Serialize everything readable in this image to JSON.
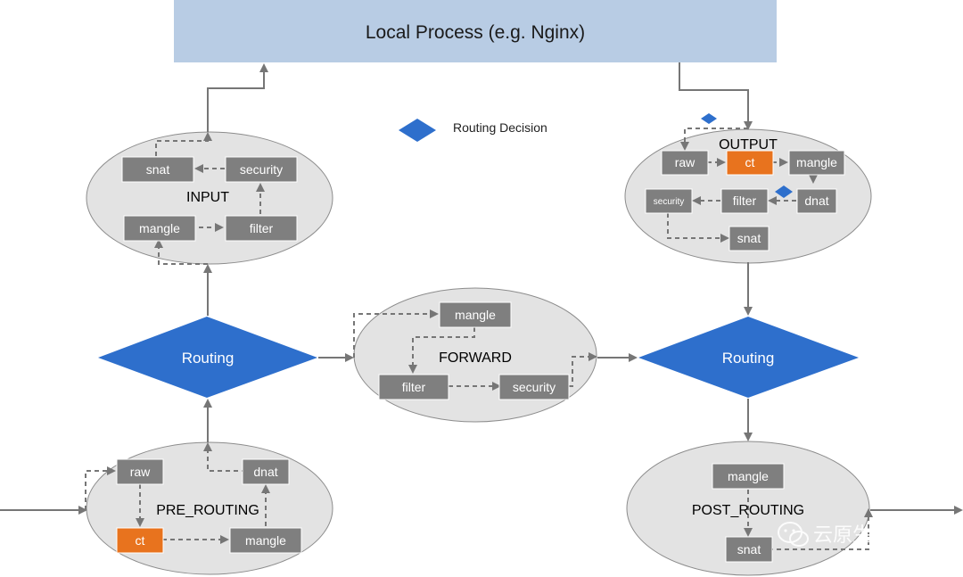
{
  "colors": {
    "header_fill": "#b8cce4",
    "ellipse_fill": "#e3e3e3",
    "ellipse_stroke": "#8c8c8c",
    "box_fill": "#7f7f7f",
    "ct_fill": "#e8731e",
    "diamond_fill": "#2e6fcc",
    "connector": "#767676"
  },
  "header": {
    "title": "Local Process (e.g. Nginx)"
  },
  "legend": {
    "icon": "routing-decision-diamond-icon",
    "label": "Routing Decision"
  },
  "routing": {
    "left_label": "Routing",
    "right_label": "Routing"
  },
  "input": {
    "label": "INPUT",
    "snat": "snat",
    "security": "security",
    "mangle": "mangle",
    "filter": "filter"
  },
  "forward": {
    "label": "FORWARD",
    "mangle": "mangle",
    "filter": "filter",
    "security": "security"
  },
  "output": {
    "label": "OUTPUT",
    "raw": "raw",
    "ct": "ct",
    "mangle": "mangle",
    "security": "security",
    "filter": "filter",
    "dnat": "dnat",
    "snat": "snat"
  },
  "prerouting": {
    "label": "PRE_ROUTING",
    "raw": "raw",
    "dnat": "dnat",
    "ct": "ct",
    "mangle": "mangle"
  },
  "postrouting": {
    "label": "POST_ROUTING",
    "mangle": "mangle",
    "snat": "snat"
  },
  "watermark": {
    "icon": "wechat-icon",
    "text": "云原生领域"
  }
}
